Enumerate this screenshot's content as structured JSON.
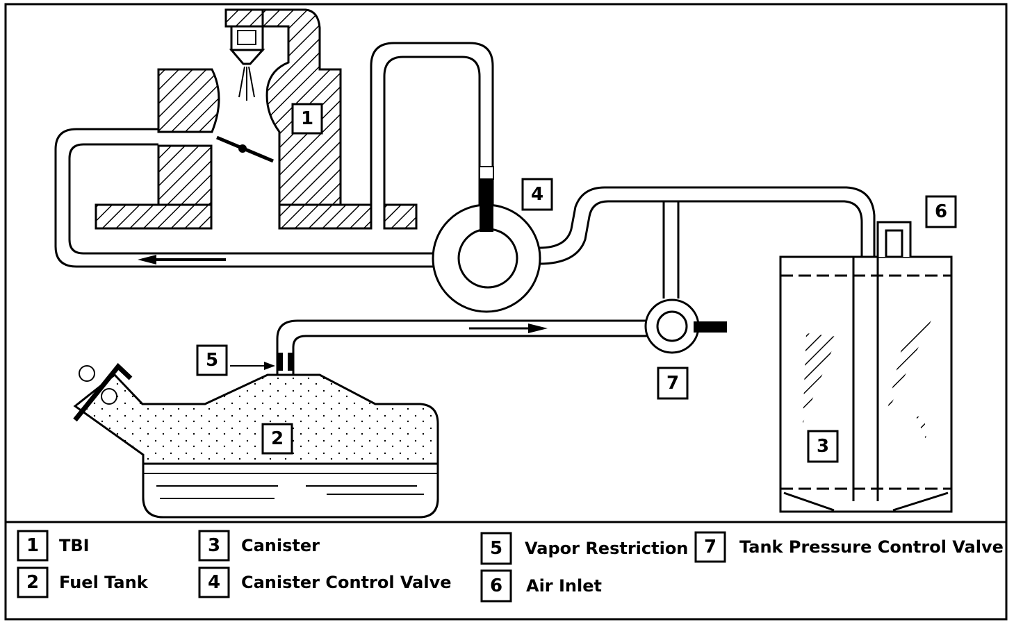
{
  "callouts": {
    "tbi": "1",
    "fuel_tank": "2",
    "canister": "3",
    "canister_control_valve": "4",
    "vapor_restriction": "5",
    "air_inlet": "6",
    "tank_pressure_control_valve": "7"
  },
  "legend": [
    {
      "num": "1",
      "text": "TBI"
    },
    {
      "num": "2",
      "text": "Fuel Tank"
    },
    {
      "num": "3",
      "text": "Canister"
    },
    {
      "num": "4",
      "text": "Canister Control Valve"
    },
    {
      "num": "5",
      "text": "Vapor Restriction"
    },
    {
      "num": "6",
      "text": "Air Inlet"
    },
    {
      "num": "7",
      "text": "Tank Pressure Control Valve"
    }
  ],
  "colors": {
    "ink": "#000000",
    "paper": "#ffffff"
  }
}
